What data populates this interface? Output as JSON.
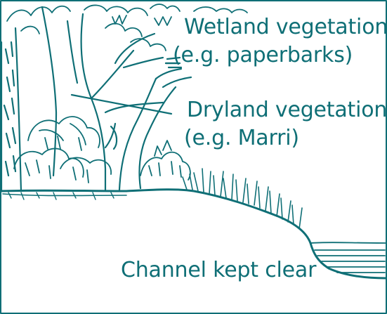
{
  "diagram": {
    "labels": {
      "wetland_line1": "Wetland vegetation",
      "wetland_line2": "(e.g. paperbarks)",
      "dryland_line1": "Dryland vegetation",
      "dryland_line2": "(e.g. Marri)",
      "channel": "Channel kept clear"
    },
    "colors": {
      "ink": "#0f6f76",
      "background": "#ffffff"
    }
  }
}
